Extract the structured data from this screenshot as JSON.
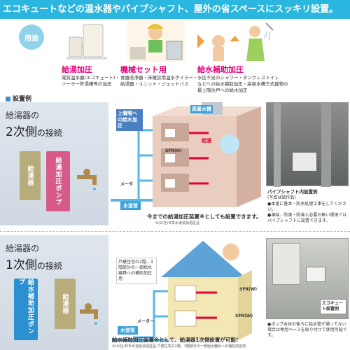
{
  "header": {
    "title": "エコキュートなどの温水器やパイプシャフト、屋外の省スペースにスッキリ設置。"
  },
  "uses": {
    "tag": "用途",
    "items": [
      {
        "title": "給湯加圧",
        "desc": [
          "電気温水器(エコキュート)・",
          "ソーラー貯湯槽等の加圧"
        ]
      },
      {
        "title": "機械セット用",
        "desc": [
          "食器洗浄器・床暖房用温水ボイラー・",
          "給湯器・ユニット・ジェットバス"
        ]
      },
      {
        "title": "給水補助加圧",
        "desc": [
          "水圧不足のシャワー・タンクレストイレ",
          "などへの給水補助加圧・高架水槽方式建物の",
          "最上階住戸への給水加圧"
        ]
      }
    ]
  },
  "section_label": "設置例",
  "panel1": {
    "line1": "給湯器の",
    "line2": "2次側",
    "line3": "の接続",
    "box_a": "給湯器",
    "box_b": "給湯加圧ポンプ",
    "tag_roof": "上層階への給水加圧",
    "tag_tank": "高置水槽",
    "tag_hot": "給湯",
    "tag_water": "水道管",
    "tag_meter": "メータ",
    "tag_unit": "SFR(H)",
    "caption": "今までの給湯加圧装置※としても設置できます。",
    "footnote": "※(公社)日本水道協会認証品"
  },
  "panel2": {
    "line1": "給湯器の",
    "line2": "1次側",
    "line3": "の接続",
    "box_a": "給水補助加圧ポンプ",
    "box_b": "給湯器",
    "tag_note": "戸建住宅の2階、3階部分の一部給水器具への補助加圧用",
    "tag_water": "水道管",
    "tag_meter": "メーター",
    "tag_unit_a": "SFR(W)",
    "tag_unit_b": "SFR(W)",
    "caption": "給水補助加圧装置※として、給湯器1次側設置が可能!",
    "footnote": "※(公社)日本水道協会認証品 戸建住宅の2階、3階部分の一部給水器具への補助加圧用"
  },
  "photo1": {
    "caption": "パイプシャフト内設置例",
    "sub": "(写真は試作品)",
    "notes": [
      "●本書に基本・防水処理工事をしてください。",
      "●凍結、防滴・防凍上必要の無い環境ではパイプシャフトに設置できます。"
    ]
  },
  "photo2": {
    "label": "エコキュート設置例",
    "notes": [
      "●ポンプ本体の後ろに給水管が通ってない場合は専用ベースを取り付けて使用可能です。"
    ]
  },
  "colors": {
    "header": "#2bb6df",
    "pink": "#e4007f",
    "blue": "#2c8fd0",
    "green": "#4aa36b"
  }
}
